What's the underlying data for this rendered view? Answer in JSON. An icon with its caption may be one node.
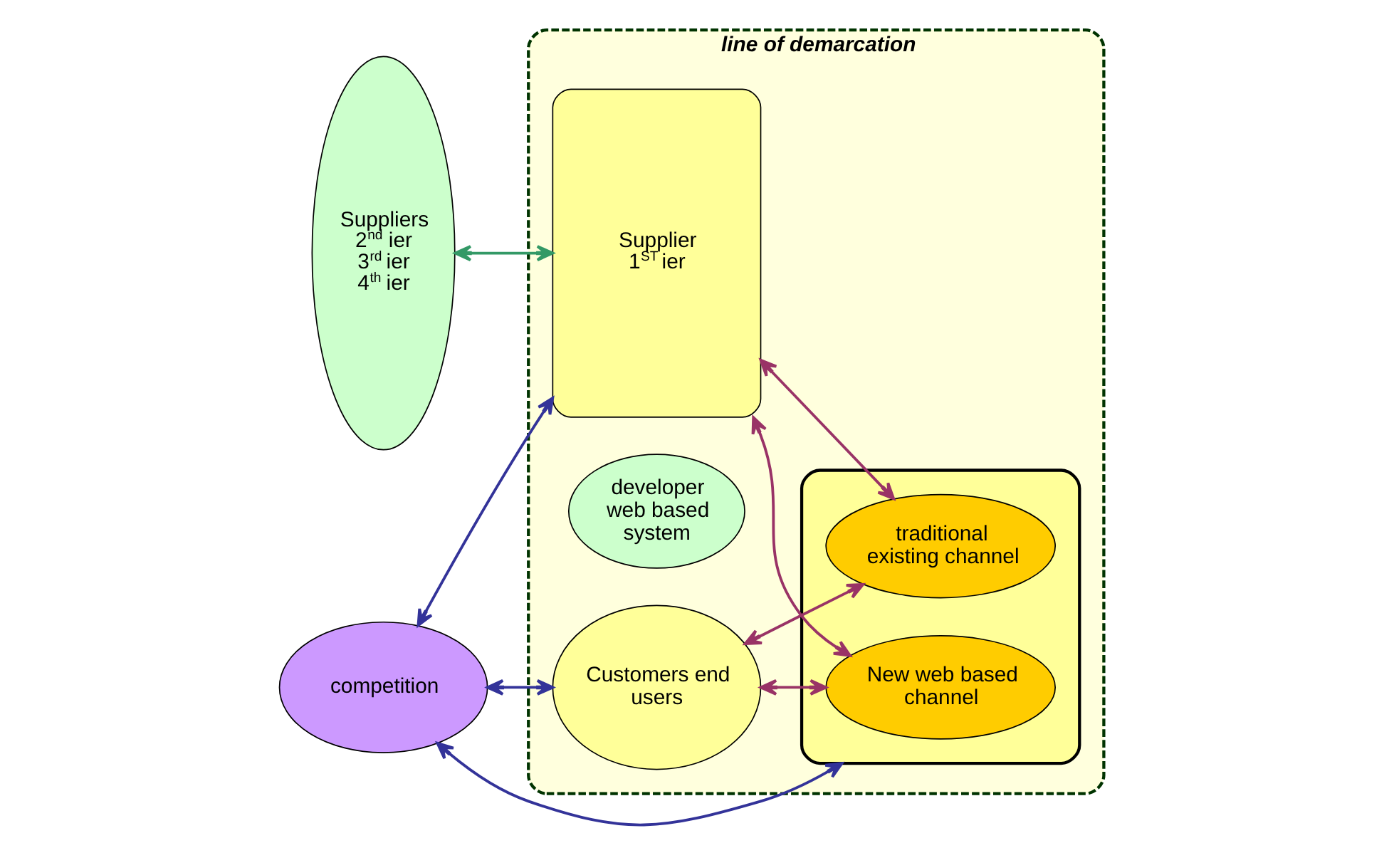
{
  "diagram": {
    "nodes": [
      {
        "text": [
          "competition"
        ]
      },
      {
        "text": [
          "Suppliers 2$^{nd}$ ier 3$^{rd}$ ier 4$^{th}$ ier"
        ]
      },
      {
        "text": [
          "line of demarcation"
        ]
      },
      {
        "text": [
          "Supplier 1$^{ST}$ ier"
        ],
        "in": 2
      },
      {
        "text": [],
        "shape": "box",
        "in": 2
      },
      {
        "text": [
          "developer web based system"
        ],
        "in": 2
      },
      {
        "text": [
          "New web based channel"
        ],
        "in": 4
      },
      {
        "text": [
          "traditional existing channel"
        ],
        "in": 4
      },
      {
        "text": [
          "Customers end users"
        ],
        "in": 2
      }
    ],
    "edges": [
      {
        "from": 0,
        "to": 3,
        "arrow": "both",
        "color": "#333399"
      },
      {
        "from": 0,
        "to": 4,
        "arrow": "both",
        "color": "#333399"
      },
      {
        "from": 0,
        "to": 8,
        "arrow": "both",
        "color": "#333399"
      },
      {
        "from": 1,
        "to": 3,
        "arrow": "both",
        "color": "#339966"
      },
      {
        "from": 3,
        "to": 6,
        "arrow": "both",
        "color": "#993366"
      },
      {
        "from": 3,
        "to": 7,
        "arrow": "both",
        "color": "#993366"
      },
      {
        "from": 8,
        "to": 6,
        "arrow": "both",
        "color": "#993366"
      },
      {
        "from": 8,
        "to": 7,
        "arrow": "both",
        "color": "#993366"
      }
    ]
  }
}
